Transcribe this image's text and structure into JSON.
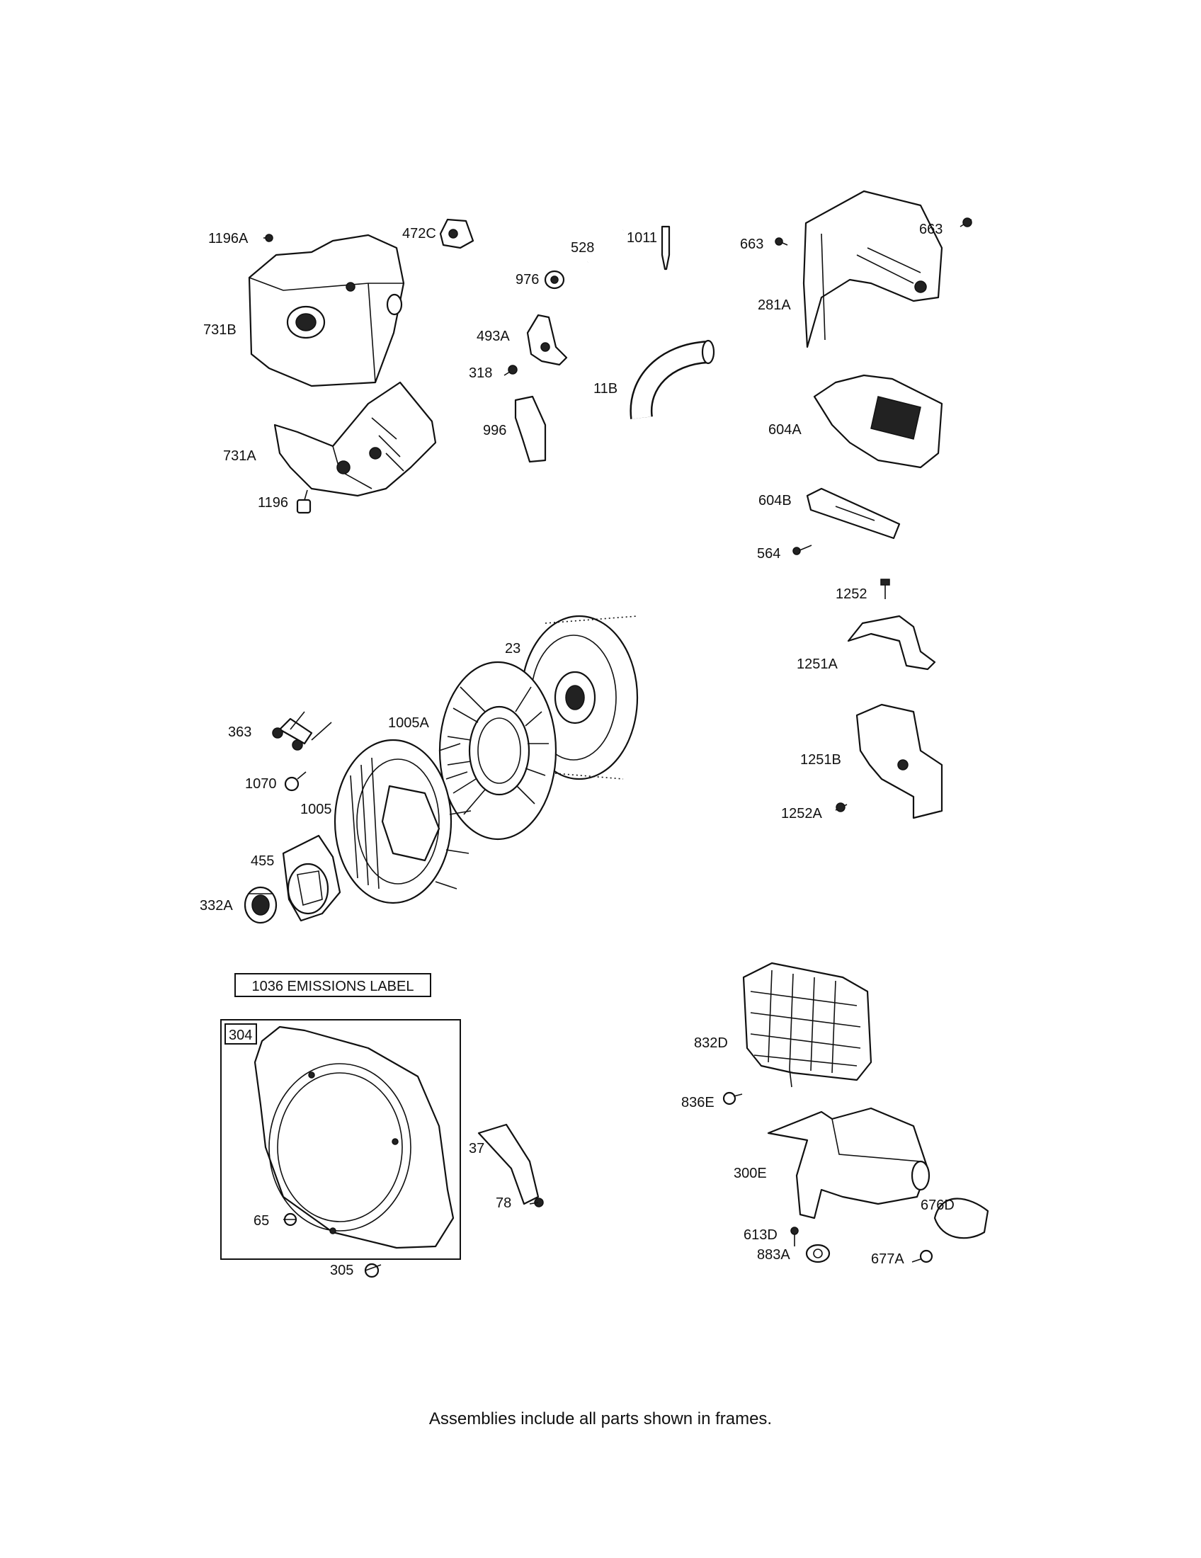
{
  "labels": {
    "l_1196A": "1196A",
    "l_472C": "472C",
    "l_731B": "731B",
    "l_731A": "731A",
    "l_1196": "1196",
    "l_528": "528",
    "l_976": "976",
    "l_1011": "1011",
    "l_493A": "493A",
    "l_318": "318",
    "l_11B": "11B",
    "l_996": "996",
    "l_663a": "663",
    "l_663b": "663",
    "l_281A": "281A",
    "l_604A": "604A",
    "l_604B": "604B",
    "l_564": "564",
    "l_1252": "1252",
    "l_1251A": "1251A",
    "l_1251B": "1251B",
    "l_1252A": "1252A",
    "l_23": "23",
    "l_1005A": "1005A",
    "l_363": "363",
    "l_1070": "1070",
    "l_1005": "1005",
    "l_455": "455",
    "l_332A": "332A",
    "l_304": "304",
    "l_37": "37",
    "l_78": "78",
    "l_65": "65",
    "l_305": "305",
    "l_832D": "832D",
    "l_836E": "836E",
    "l_300E": "300E",
    "l_613D": "613D",
    "l_883A": "883A",
    "l_676D": "676D",
    "l_677A": "677A"
  },
  "emissions_label": "1036 EMISSIONS LABEL",
  "footer": "Assemblies include all parts shown in frames."
}
